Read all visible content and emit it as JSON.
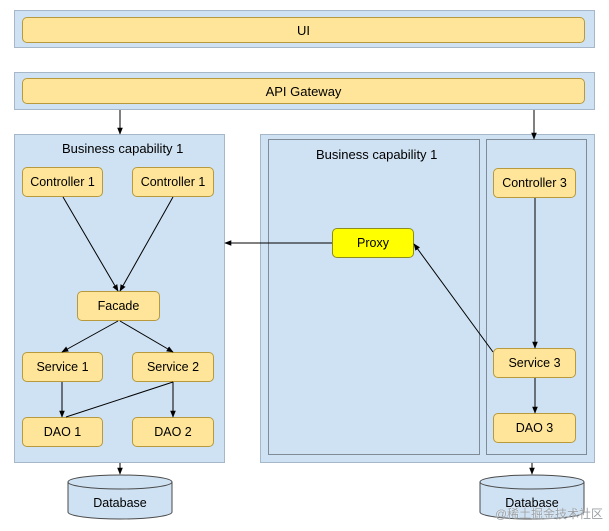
{
  "top": {
    "ui_label": "UI",
    "gateway_label": "API Gateway"
  },
  "left_capability": {
    "title": "Business capability 1",
    "controller_a": "Controller 1",
    "controller_b": "Controller 1",
    "facade": "Facade",
    "service_1": "Service 1",
    "service_2": "Service  2",
    "dao_1": "DAO 1",
    "dao_2": "DAO  2",
    "database": "Database"
  },
  "right_capability": {
    "title": "Business capability 1",
    "proxy": "Proxy",
    "controller_3": "Controller 3",
    "service_3": "Service 3",
    "dao_3": "DAO 3",
    "database": "Database"
  },
  "watermark": "@稀土掘金技术社区",
  "colors": {
    "container_fill": "#cfe2f3",
    "node_fill": "#ffe599",
    "proxy_fill": "#ffff00",
    "edge": "#000000"
  }
}
